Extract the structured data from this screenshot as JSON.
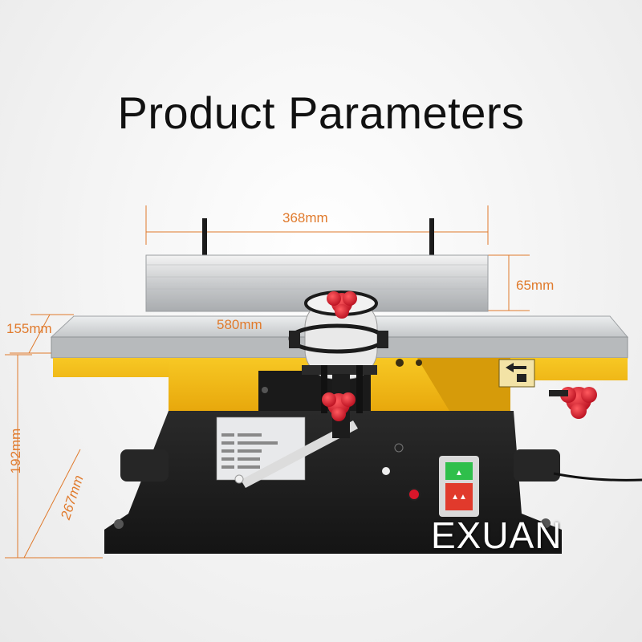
{
  "page": {
    "title": "Product Parameters",
    "brand": "EXUAN"
  },
  "dimensions": {
    "fence_width": "368mm",
    "fence_height": "65mm",
    "table_depth": "155mm",
    "table_length": "580mm",
    "overall_height": "192mm",
    "base_depth": "267mm"
  },
  "colors": {
    "dimension": "#e07a2c",
    "body_yellow": "#f3b915",
    "base_black": "#1f1f1f",
    "knob_red": "#d8162a",
    "table_silver": "#d4d6d8"
  },
  "icons": [
    "planer-machine",
    "red-knob",
    "power-switch",
    "cutterhead-guard"
  ]
}
